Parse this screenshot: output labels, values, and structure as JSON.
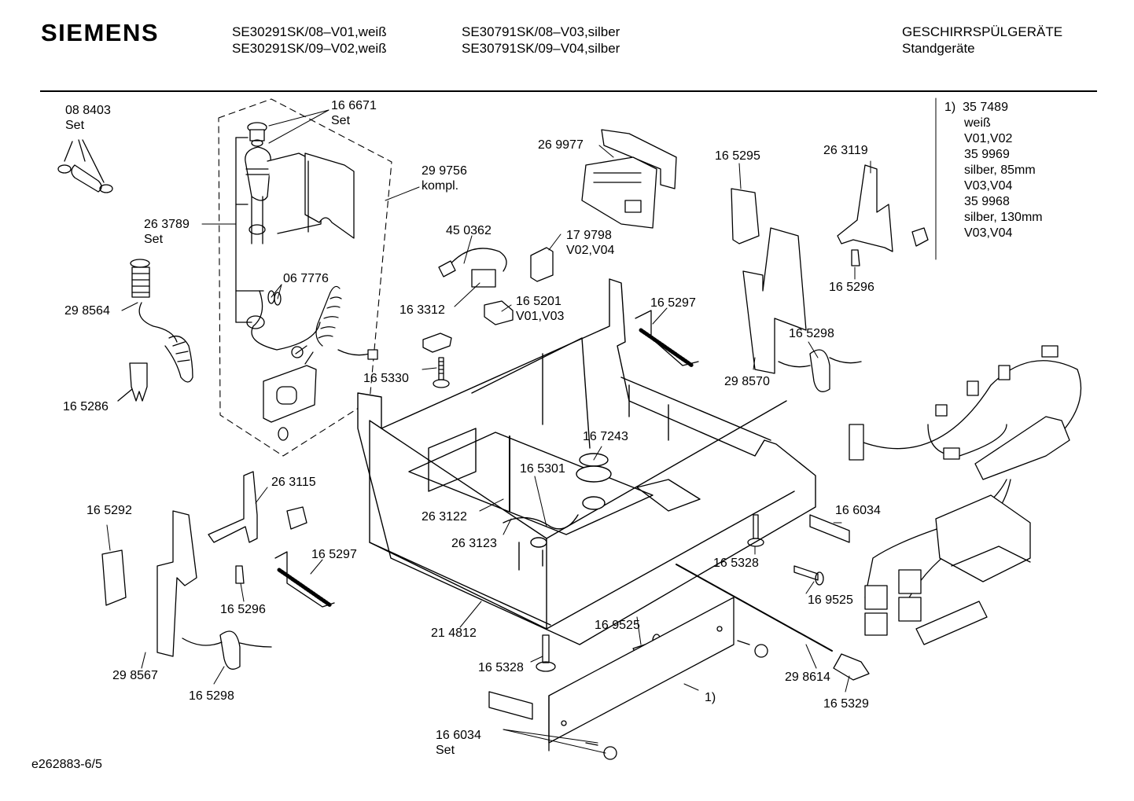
{
  "header": {
    "brand": "SIEMENS",
    "models_col1": [
      "SE30291SK/08–V01,weiß",
      "SE30291SK/09–V02,weiß"
    ],
    "models_col2": [
      "SE30791SK/08–V03,silber",
      "SE30791SK/09–V04,silber"
    ],
    "category": "GESCHIRRSPÜLGERÄTE",
    "subcategory": "Standgeräte"
  },
  "footnote": {
    "marker": "1)",
    "lines": [
      "35 7489",
      "weiß",
      "V01,V02",
      "35 9969",
      "silber, 85mm",
      "V03,V04",
      "35 9968",
      "silber, 130mm",
      "V03,V04"
    ]
  },
  "parts": [
    {
      "id": "p-088403",
      "lines": [
        "08 8403",
        "Set"
      ]
    },
    {
      "id": "p-166671",
      "lines": [
        "16 6671",
        "Set"
      ]
    },
    {
      "id": "p-299756",
      "lines": [
        "29 9756",
        "kompl."
      ]
    },
    {
      "id": "p-263789",
      "lines": [
        "26 3789",
        "Set"
      ]
    },
    {
      "id": "p-298564",
      "lines": [
        "29 8564"
      ]
    },
    {
      "id": "p-067776",
      "lines": [
        "06 7776"
      ]
    },
    {
      "id": "p-165286",
      "lines": [
        "16 5286"
      ]
    },
    {
      "id": "p-269977",
      "lines": [
        "26 9977"
      ]
    },
    {
      "id": "p-450362",
      "lines": [
        "45 0362"
      ]
    },
    {
      "id": "p-179798",
      "lines": [
        "17 9798",
        "V02,V04"
      ]
    },
    {
      "id": "p-163312",
      "lines": [
        "16 3312"
      ]
    },
    {
      "id": "p-165201",
      "lines": [
        "16 5201",
        "V01,V03"
      ]
    },
    {
      "id": "p-165330",
      "lines": [
        "16 5330"
      ]
    },
    {
      "id": "p-165297a",
      "lines": [
        "16 5297"
      ]
    },
    {
      "id": "p-165295",
      "lines": [
        "16 5295"
      ]
    },
    {
      "id": "p-263119",
      "lines": [
        "26 3119"
      ]
    },
    {
      "id": "p-165296a",
      "lines": [
        "16 5296"
      ]
    },
    {
      "id": "p-165298a",
      "lines": [
        "16 5298"
      ]
    },
    {
      "id": "p-298570",
      "lines": [
        "29 8570"
      ]
    },
    {
      "id": "p-167243",
      "lines": [
        "16 7243"
      ]
    },
    {
      "id": "p-165301",
      "lines": [
        "16 5301"
      ]
    },
    {
      "id": "p-263122",
      "lines": [
        "26 3122"
      ]
    },
    {
      "id": "p-263123",
      "lines": [
        "26 3123"
      ]
    },
    {
      "id": "p-263115",
      "lines": [
        "26 3115"
      ]
    },
    {
      "id": "p-165292",
      "lines": [
        "16 5292"
      ]
    },
    {
      "id": "p-165297b",
      "lines": [
        "16 5297"
      ]
    },
    {
      "id": "p-165296b",
      "lines": [
        "16 5296"
      ]
    },
    {
      "id": "p-298567",
      "lines": [
        "29 8567"
      ]
    },
    {
      "id": "p-165298b",
      "lines": [
        "16 5298"
      ]
    },
    {
      "id": "p-214812",
      "lines": [
        "21 4812"
      ]
    },
    {
      "id": "p-169525a",
      "lines": [
        "16 9525"
      ]
    },
    {
      "id": "p-165328a",
      "lines": [
        "16 5328"
      ]
    },
    {
      "id": "p-166034a",
      "lines": [
        "16 6034"
      ]
    },
    {
      "id": "p-165328b",
      "lines": [
        "16 5328"
      ]
    },
    {
      "id": "p-169525b",
      "lines": [
        "16 9525"
      ]
    },
    {
      "id": "p-298614",
      "lines": [
        "29 8614"
      ]
    },
    {
      "id": "p-165329",
      "lines": [
        "16 5329"
      ]
    },
    {
      "id": "p-kick",
      "lines": [
        "1)"
      ]
    },
    {
      "id": "p-166034b",
      "lines": [
        "16 6034",
        "Set"
      ]
    }
  ],
  "doc_id": "e262883-6/5"
}
